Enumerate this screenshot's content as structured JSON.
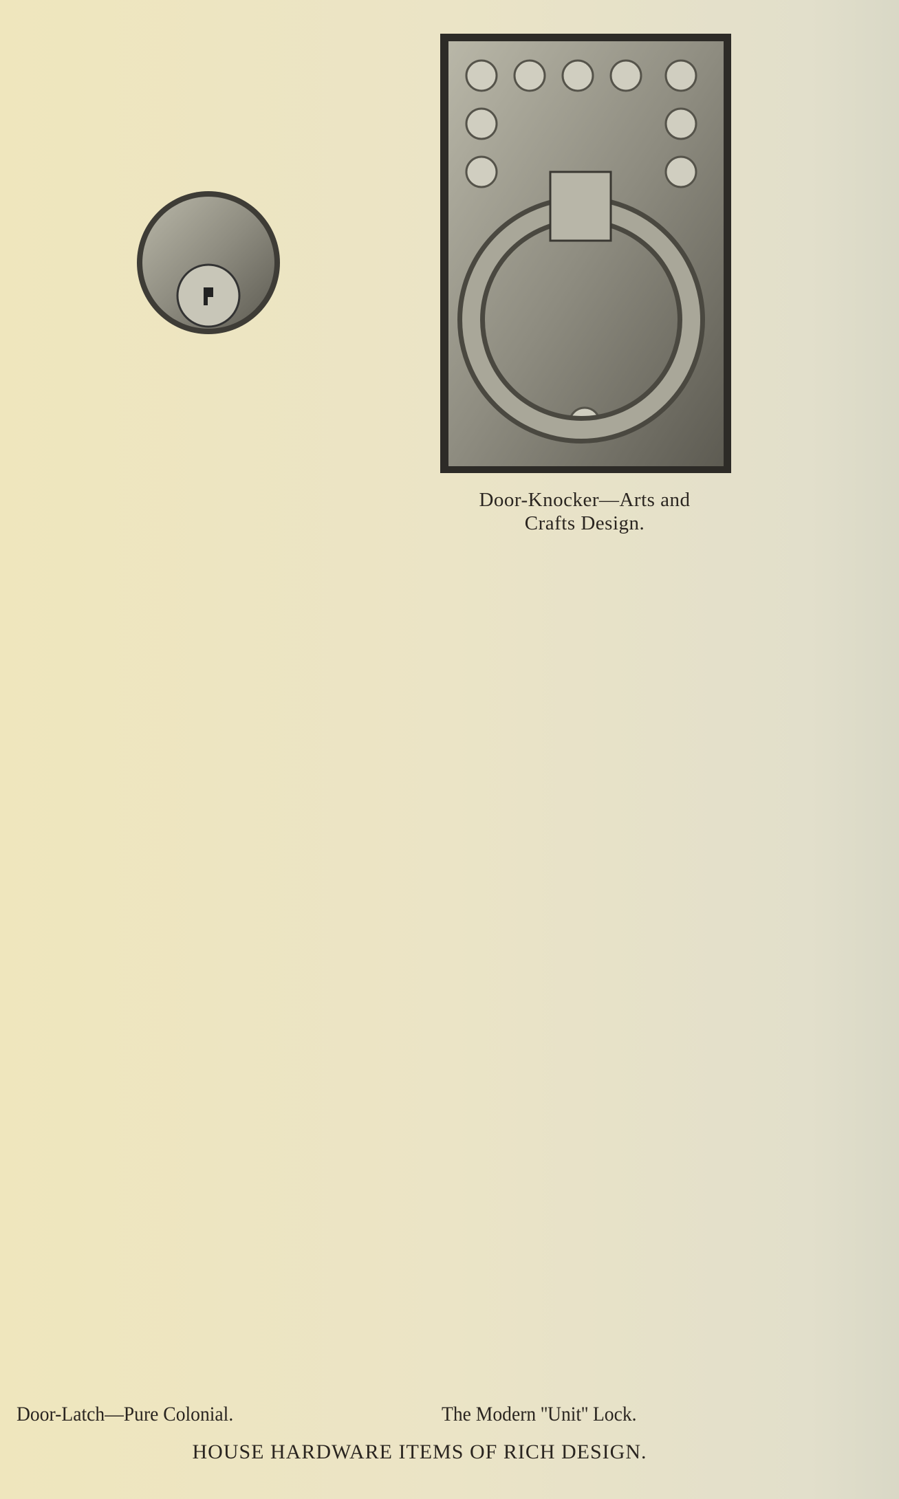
{
  "captions": {
    "knocker_line1": "Door-Knocker—Arts and",
    "knocker_line2": "Crafts  Design.",
    "latch": "Door-Latch—Pure Colonial.",
    "lock": "The Modern ''Unit'' Lock."
  },
  "title": "HOUSE HARDWARE ITEMS OF RICH DESIGN."
}
